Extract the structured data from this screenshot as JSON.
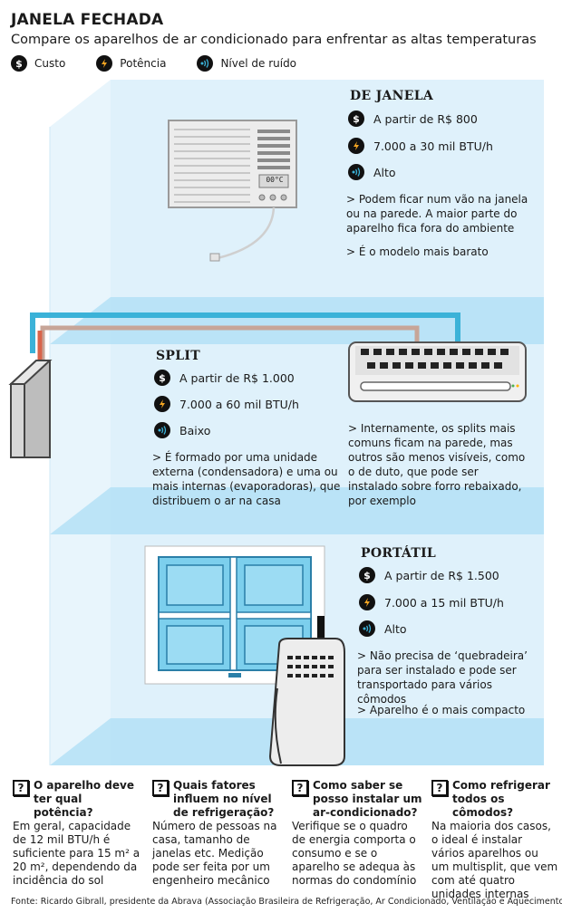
{
  "header": {
    "title": "JANELA FECHADA",
    "subtitle": "Compare os aparelhos de ar condicionado para enfrentar as altas temperaturas",
    "legend": [
      {
        "label": "Custo",
        "icon": "dollar-icon"
      },
      {
        "label": "Potência",
        "icon": "lightning-icon"
      },
      {
        "label": "Nível de ruído",
        "icon": "sound-icon"
      }
    ]
  },
  "colors": {
    "room_light": "#dff1fb",
    "room_floor": "#a9dcf4",
    "pipe_blue": "#3bb2d8",
    "pipe_red": "#d9644a",
    "pipe_tan": "#c7a598"
  },
  "window_unit": {
    "title": "DE JANELA",
    "cost": "A partir de R$ 800",
    "power": "7.000 a 30 mil BTU/h",
    "noise": "Alto",
    "display": "00°C",
    "note1": "> Podem ficar num vão na janela ou na parede. A maior parte do aparelho fica fora do ambiente",
    "note2": "> É o modelo mais barato"
  },
  "split_unit": {
    "title": "SPLIT",
    "cost": "A partir de R$ 1.000",
    "power": "7.000 a 60 mil BTU/h",
    "noise": "Baixo",
    "note1": "> É formado por uma unidade externa (condensadora) e uma ou mais internas (evaporadoras), que distribuem o ar na casa",
    "note2": "> Internamente, os splits mais comuns ficam na parede, mas outros são menos visíveis, como o de duto, que pode ser instalado sobre forro rebaixado, por exemplo"
  },
  "portable_unit": {
    "title": "PORTÁTIL",
    "cost": "A partir de R$ 1.500",
    "power": "7.000 a 15 mil BTU/h",
    "noise": "Alto",
    "note1": "> Não precisa de ‘quebradeira’ para ser instalado e pode ser transportado para vários cômodos",
    "note2": "> Aparelho é o mais compacto"
  },
  "faq": [
    {
      "question": "O aparelho deve ter qual potência?",
      "answer": "Em geral, capacidade de 12 mil BTU/h é suficiente para 15 m² a 20 m², dependendo da incidência do sol"
    },
    {
      "question": "Quais fatores influem no nível de refrigeração?",
      "answer": "Número de pessoas na casa, tamanho de janelas etc. Medição pode ser feita por um engenheiro mecânico"
    },
    {
      "question": "Como saber se posso instalar um ar-condicionado?",
      "answer": "Verifique se o quadro de energia comporta o consumo e se o aparelho se adequa às normas do condomínio"
    },
    {
      "question": "Como refrigerar todos os cômodos?",
      "answer": "Na maioria dos casos, o ideal é instalar vários aparelhos ou um multisplit, que vem com até quatro unidades internas"
    }
  ],
  "source": "Fonte: Ricardo Gibrall, presidente da Abrava (Associação Brasileira de Refrigeração, Ar Condicionado, Ventilação e Aquecimento)"
}
